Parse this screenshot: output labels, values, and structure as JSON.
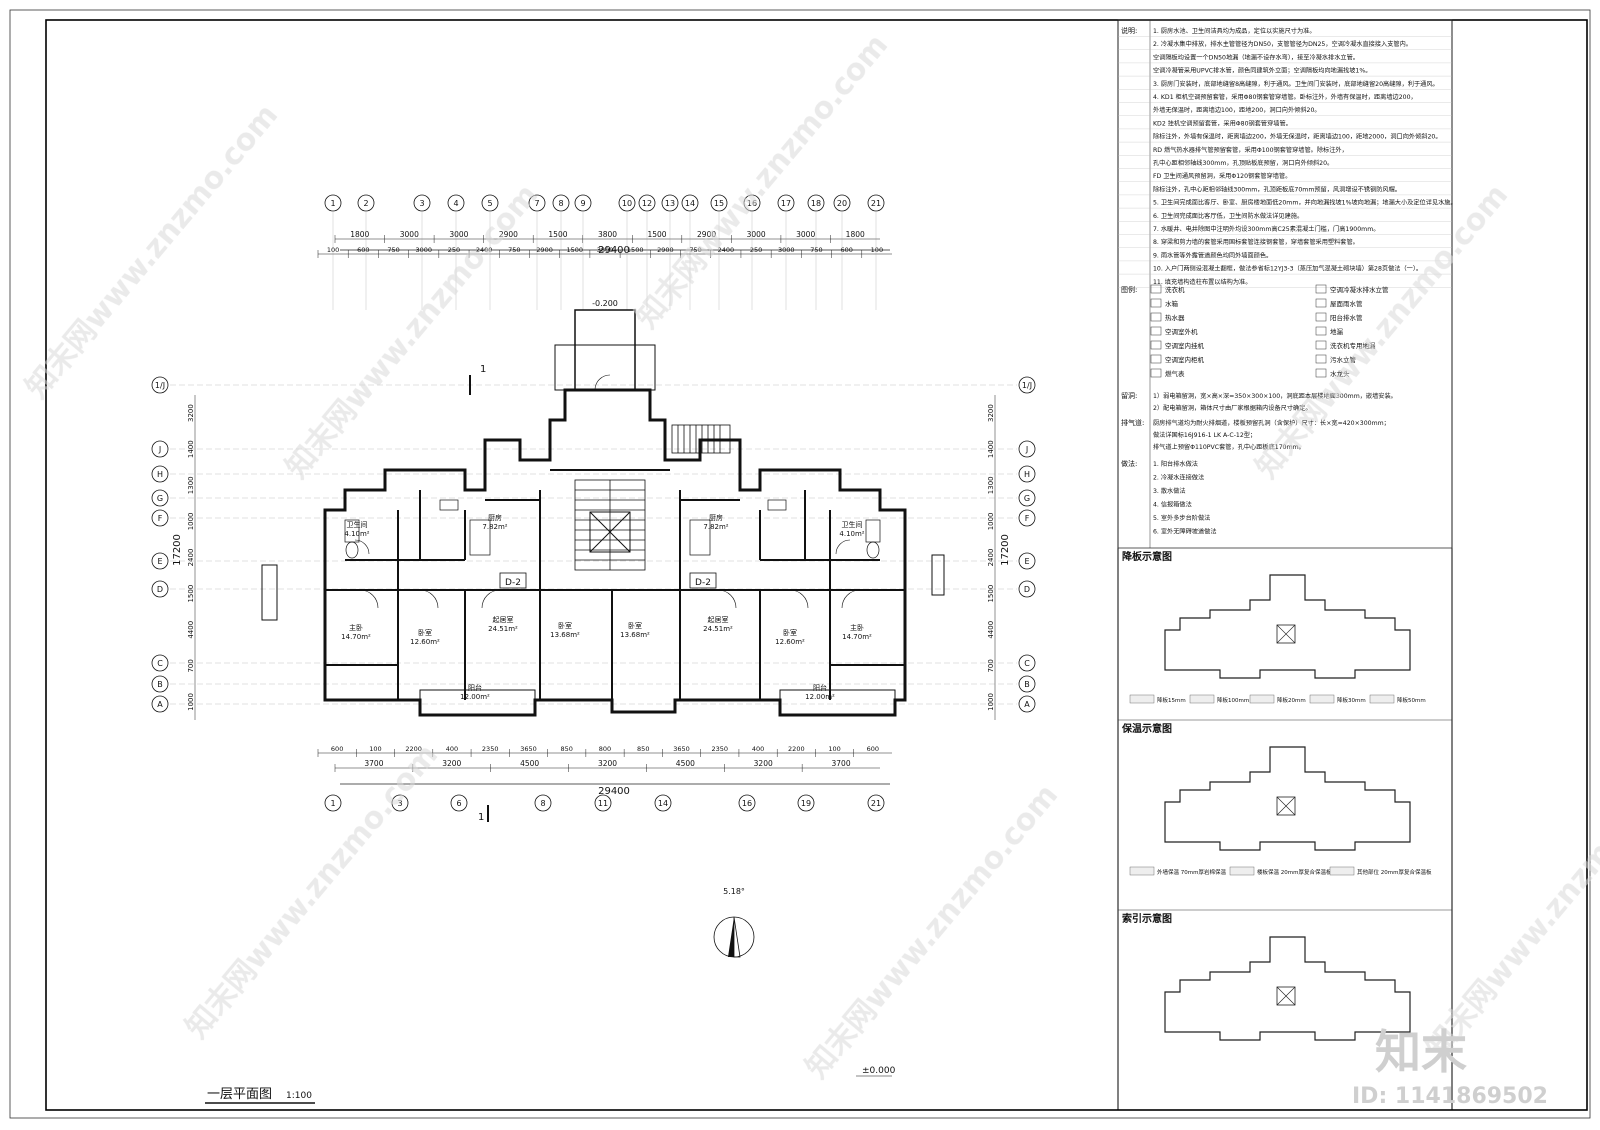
{
  "drawing": {
    "title": "一层平面图",
    "scale": "1:100",
    "total_width_top": "29400",
    "total_width_bottom": "29400",
    "depth_left": "17200",
    "depth_right": "17200",
    "north_angle": "5.18°",
    "ground_level": "±0.000",
    "entrance_level": "-0.200",
    "unit_tag_left": "D-2",
    "unit_tag_right": "D-2",
    "section_mark": "1"
  },
  "axes_top": [
    "1",
    "2",
    "3",
    "4",
    "5",
    "7",
    "8",
    "9",
    "10",
    "12",
    "13",
    "14",
    "15",
    "16",
    "17",
    "18",
    "20",
    "21"
  ],
  "axes_bottom": [
    "1",
    "3",
    "6",
    "8",
    "11",
    "14",
    "16",
    "19",
    "21"
  ],
  "axes_side": [
    "1/J",
    "J",
    "H",
    "G",
    "F",
    "E",
    "D",
    "C",
    "B",
    "A"
  ],
  "dims_top_row1": [
    "1800",
    "3000",
    "3000",
    "2900",
    "1500",
    "3800",
    "1500",
    "2900",
    "3000",
    "3000",
    "1800"
  ],
  "dims_top_row2": [
    "100",
    "600",
    "750",
    "3000",
    "250",
    "2400",
    "750",
    "2900",
    "1500",
    "3800",
    "1500",
    "2900",
    "750",
    "2400",
    "250",
    "3000",
    "750",
    "600",
    "100"
  ],
  "dims_bottom_row1": [
    "600",
    "100",
    "2200",
    "400",
    "2350",
    "3650",
    "850",
    "800",
    "850",
    "3650",
    "2350",
    "400",
    "2200",
    "100",
    "600"
  ],
  "dims_bottom_row2": [
    "3700",
    "3200",
    "4500",
    "3200",
    "4500",
    "3200",
    "3700"
  ],
  "dims_left": [
    "3200",
    "1400",
    "1300",
    "1000",
    "2400",
    "1500",
    "4400",
    "700",
    "1000"
  ],
  "dims_right": [
    "3200",
    "1400",
    "1300",
    "1000",
    "2400",
    "1500",
    "4400",
    "700",
    "1000"
  ],
  "rooms": [
    {
      "name": "主卧",
      "area": "14.70m²"
    },
    {
      "name": "卧室",
      "area": "12.60m²"
    },
    {
      "name": "起居室",
      "area": "24.51m²"
    },
    {
      "name": "卧室",
      "area": "13.68m²"
    },
    {
      "name": "卧室",
      "area": "13.68m²"
    },
    {
      "name": "起居室",
      "area": "24.51m²"
    },
    {
      "name": "卧室",
      "area": "12.60m²"
    },
    {
      "name": "主卧",
      "area": "14.70m²"
    },
    {
      "name": "厨房",
      "area": "7.82m²"
    },
    {
      "name": "厨房",
      "area": "7.82m²"
    },
    {
      "name": "卫生间",
      "area": "4.10m²"
    },
    {
      "name": "卫生间",
      "area": "4.10m²"
    },
    {
      "name": "阳台",
      "area": "12.00m²"
    },
    {
      "name": "阳台",
      "area": "12.00m²"
    }
  ],
  "notes": {
    "title": "说明:",
    "items": [
      "1. 厨房水池、卫生间洁具均为成品，定位以实施尺寸为准。",
      "2. 冷凝水集中排放，排水主管管径为DN50，支管管径为DN25，空调冷凝水直接接入支管内。",
      "   空调隔板均设置一个DN50地漏（地漏不设存水弯），接至冷凝水排水立管。",
      "   空调冷凝管采用UPVC排水管，颜色同建筑外立面；空调隔板均向地漏找坡1%。",
      "3. 厨房门安装时，底部地缝留8高缝隙，利于通风。卫生间门安装时，底部地缝留20高缝隙，利于通风。",
      "4. KD1 柜机空调预留套管，采用Φ80钢套管穿墙管。卧标注外，外墙有保温时，距离墙边200，",
      "   外墙无保温时，距离墙边100，距地200，洞口向外倾斜20。",
      "   KD2 挂机空调预留套管，采用Φ80钢套管穿墙管。",
      "   除标注外，外墙有保温时，距离墙边200，外墙无保温时，距离墙边100，距地2000，洞口向外倾斜20。",
      "   RD 燃气热水器排气管预留套管，采用Φ100钢套管穿墙管。除标注外，",
      "   孔中心距相邻轴线300mm，孔顶贴板底预留，洞口向外倾斜20。",
      "   FD 卫生间通风预留洞，采用Φ120钢套管穿墙管。",
      "   除标注外，孔中心距相邻轴线300mm，孔顶距板底70mm预留，风洞增设不锈钢防风帽。",
      "5. 卫生间完成面比客厅、卧室、厨房楼地面低20mm，并向地漏找坡1%坡向地漏；地漏大小及定位详见水施。",
      "6. 卫生间完成面比客厅低，卫生间防水做法详见建施。",
      "7. 水暖井、电井除图中注明外均设300mm高C25素混凝土门槛，门高1900mm。",
      "8. 穿梁和剪力墙的套管采用国标套管连接钢套管，穿墙套管采用塑料套管。",
      "9. 雨水管等外露管道颜色均同外墙面颜色。",
      "10. 入户门两侧设混凝土翻框，做法参省标12YJ3-3（蒸压加气混凝土砌块墙）第28页做法（一）。",
      "11. 填充墙构造柱布置以结构为准。"
    ]
  },
  "legend": {
    "title": "图例:",
    "items": [
      "洗衣机",
      "空调冷凝水排水立管",
      "水箱",
      "屋面雨水管",
      "热水器",
      "阳台排水管",
      "空调室外机",
      "地漏",
      "空调室内挂机",
      "洗衣机专用地漏",
      "空调室内柜机",
      "污水立管",
      "燃气表",
      "水龙头"
    ]
  },
  "reserved": {
    "title": "留洞:",
    "items": [
      "1）弱电箱留洞，宽×高×深=350×300×100，洞底距本层楼地面300mm，嵌墙安装。",
      "2）配电箱留洞，箱体尺寸由厂家根据箱内设备尺寸确定。"
    ]
  },
  "exhaust": {
    "title": "排气道:",
    "items": [
      "厨房排气道均为耐火排烟道，楼板预留孔洞（含保护）尺寸：长×宽=420×300mm；",
      "做法详国标16J916-1 LK A-C-12型；",
      "排气道上预留Φ110PVC套管，孔中心距板底170mm。"
    ]
  },
  "practices": {
    "title": "做法:",
    "items": [
      "1. 阳台排水做法",
      "2. 冷凝水连接做法",
      "3. 散水做法",
      "4. 信报箱做法",
      "5. 室外多步台阶做法",
      "6. 室外无障碍坡道做法"
    ]
  },
  "diagrams": [
    {
      "title": "降板示意图",
      "legend": [
        "降板15mm",
        "降板100mm",
        "降板20mm",
        "降板30mm",
        "降板50mm"
      ]
    },
    {
      "title": "保温示意图",
      "legend": [
        "外墙保温 70mm厚岩棉保温",
        "楼板保温 20mm厚复合保温板",
        "其他部位 20mm厚复合保温板"
      ]
    },
    {
      "title": "索引示意图",
      "legend": []
    }
  ],
  "watermark": {
    "logo_text": "知末",
    "id_text": "ID: 1141869502",
    "site_text": "知末网www.znzmo.com"
  }
}
